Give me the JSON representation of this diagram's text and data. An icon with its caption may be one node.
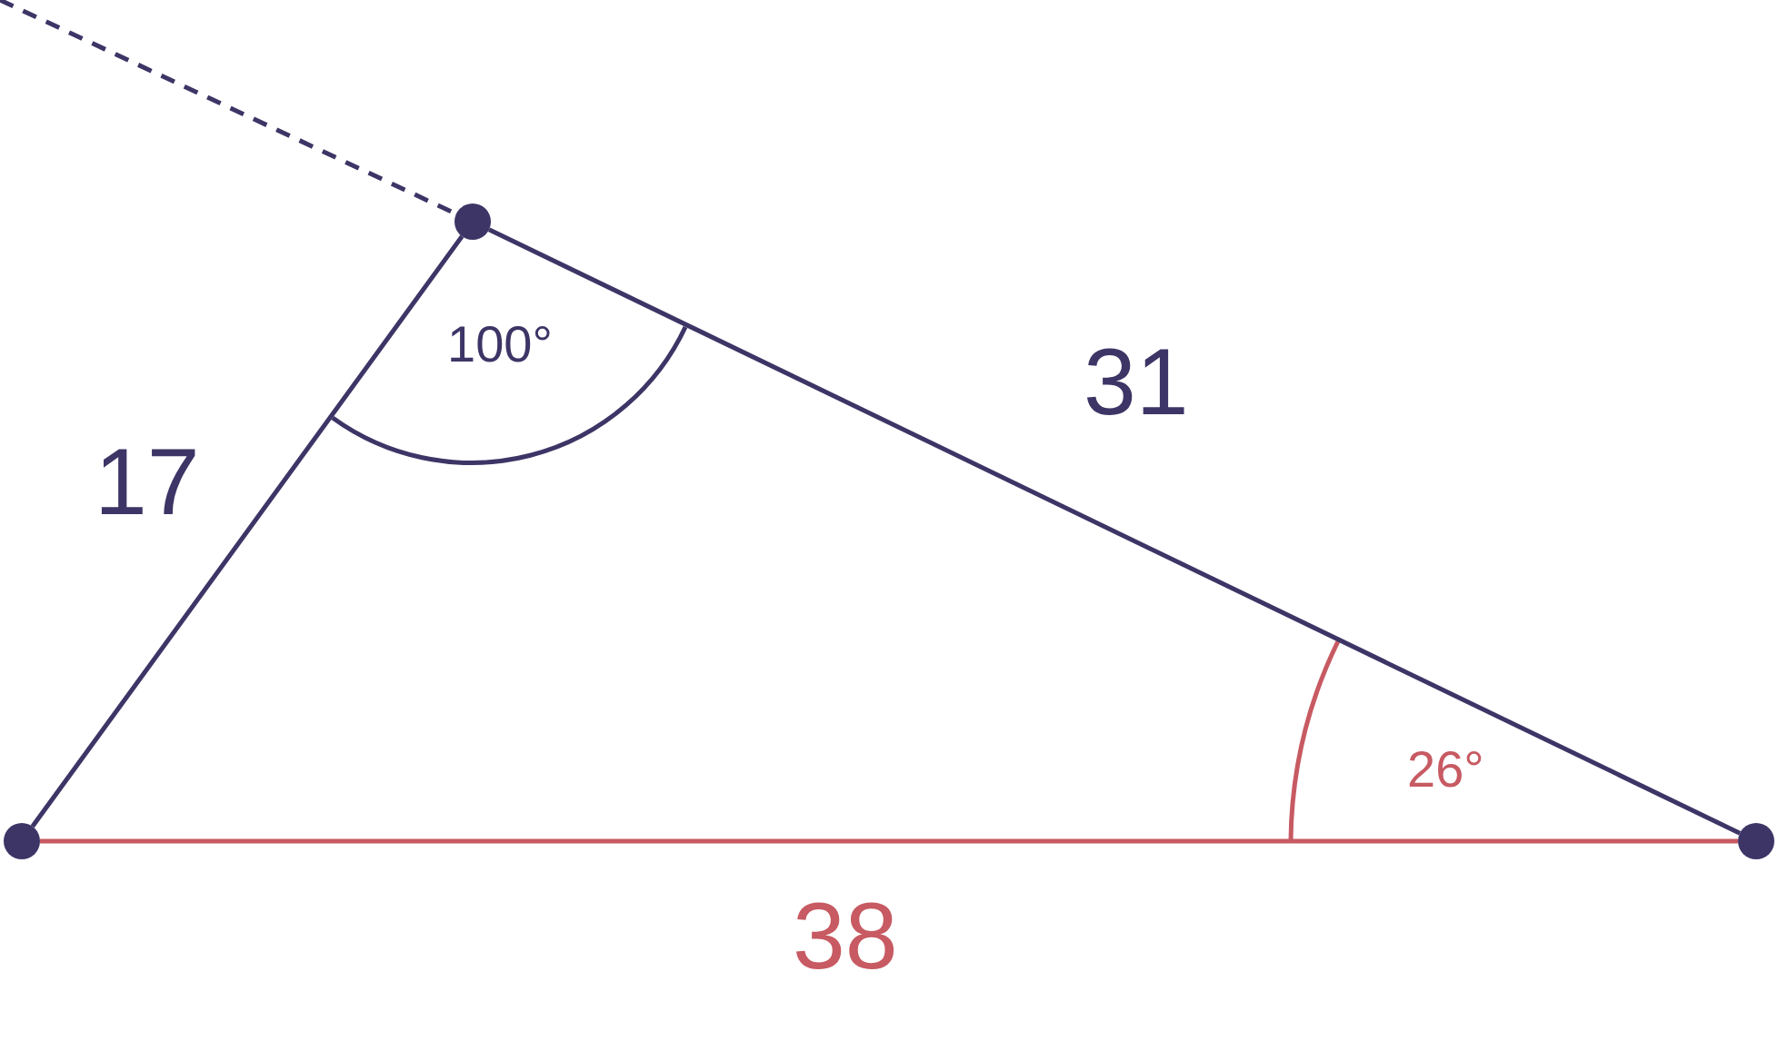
{
  "diagram": {
    "nodes": [
      {
        "text": [],
        "shape": "circle"
      },
      {
        "text": [],
        "shape": "circle"
      },
      {
        "text": [],
        "shape": "circle"
      }
    ],
    "edges": [
      {
        "from": null,
        "to": 0,
        "arrow": "none",
        "style": "dashed"
      },
      {
        "from": 0,
        "to": 1,
        "arrow": "none",
        "label": "17"
      },
      {
        "from": 0,
        "to": 2,
        "arrow": "none",
        "label": "31"
      },
      {
        "from": 1,
        "to": 2,
        "arrow": "none",
        "label": "38",
        "color": "#c75a62"
      }
    ],
    "labels": [
      "100°",
      "26°"
    ]
  }
}
